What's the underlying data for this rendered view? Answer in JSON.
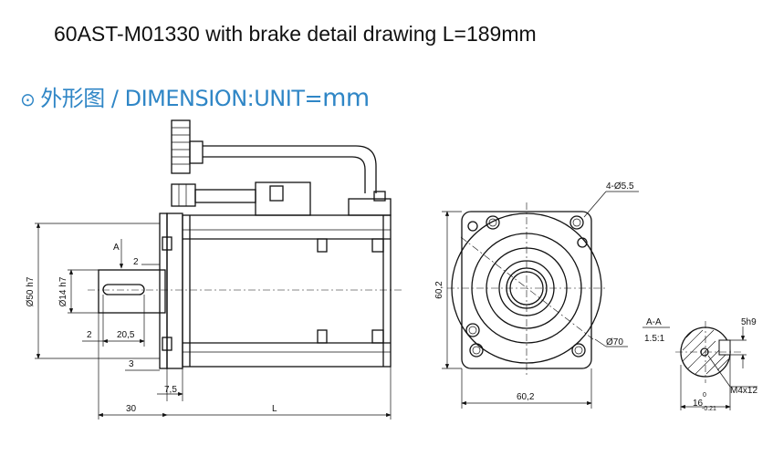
{
  "title": "60AST-M01330 with brake detail drawing L=189mm",
  "subtitle": {
    "icon": "circle-dot-icon",
    "prefix": "外形图 / DIMENSION:UNIT=",
    "unit": "mm",
    "color": "#2f86c6"
  },
  "side_view": {
    "dim_shaft_dia": "Ø14 h7",
    "dim_pilot_dia": "Ø50 h7",
    "dim_2_top": "2",
    "dim_2_left": "2",
    "dim_key_len": "20,5",
    "dim_3": "3",
    "dim_7_5": "7,5",
    "dim_30": "30",
    "dim_L": "L",
    "section_mark": "A"
  },
  "front_view": {
    "dim_holes": "4-Ø5.5",
    "dim_height": "60,2",
    "dim_width": "60,2",
    "dim_bolt_circle": "Ø70"
  },
  "section_view": {
    "label": "A-A",
    "scale": "1.5:1",
    "dim_key": "5h9",
    "dim_thread": "M4x12",
    "dim_16": "16",
    "dim_tol_upper": "0",
    "dim_tol_lower": "-0.21"
  }
}
